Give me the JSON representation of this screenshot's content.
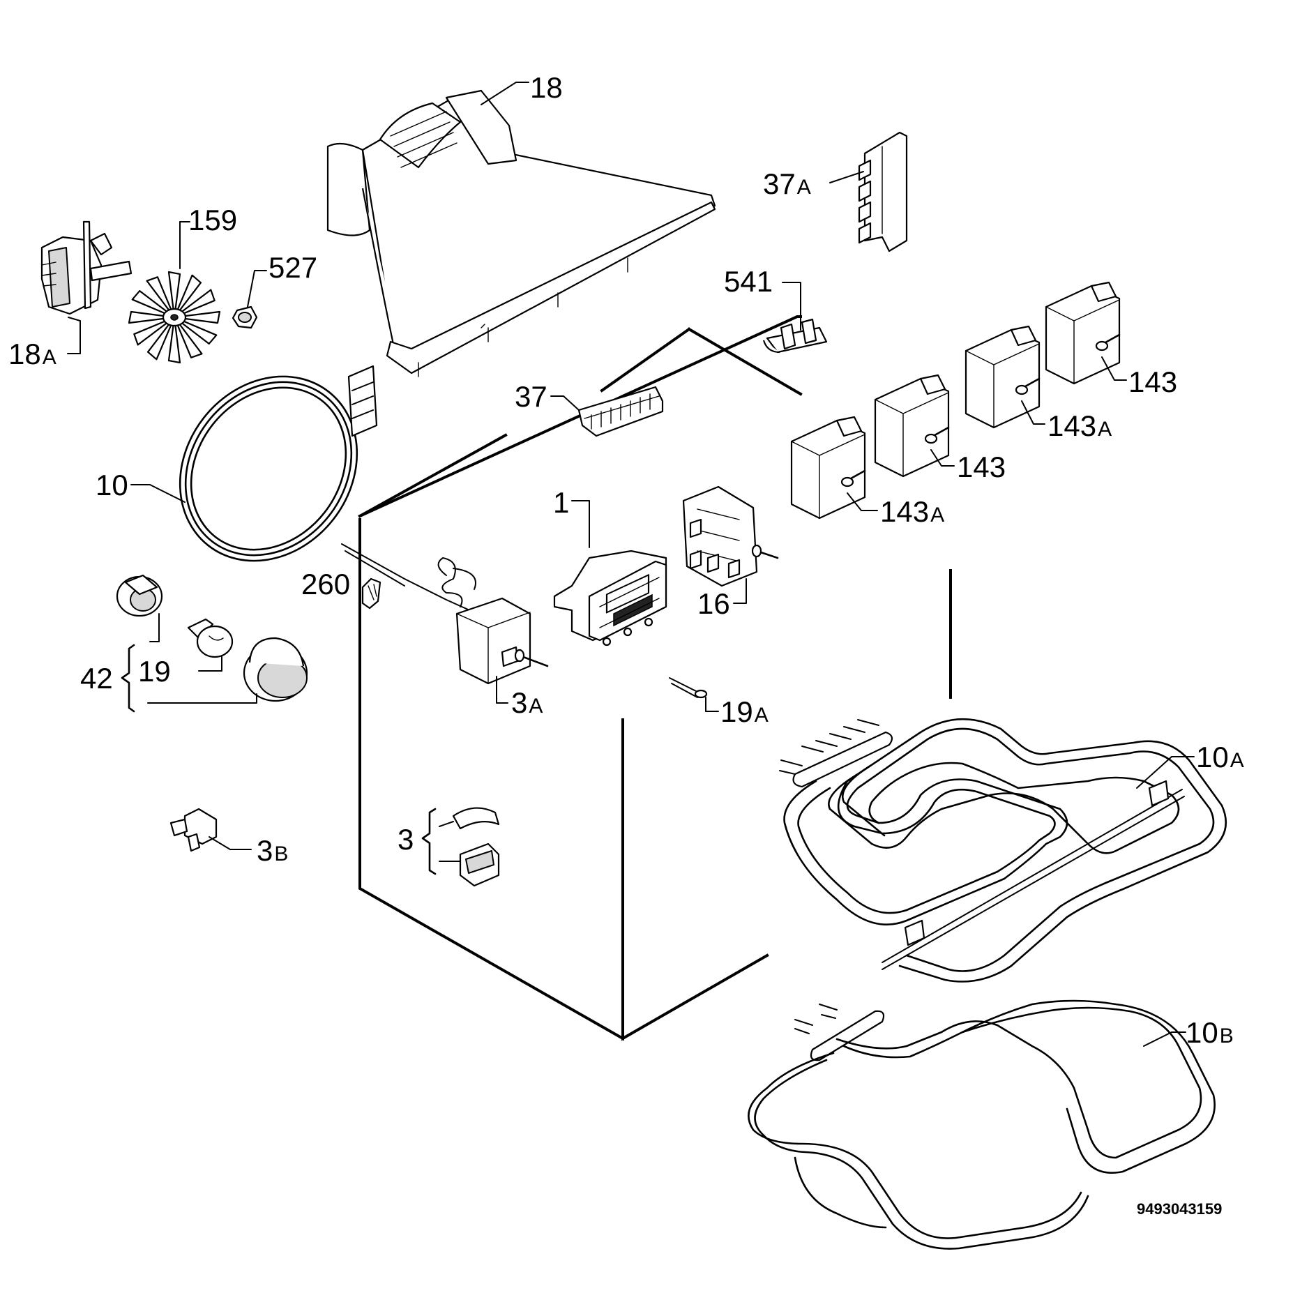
{
  "parts": {
    "p18": {
      "num": "18"
    },
    "p18a": {
      "num": "18",
      "suffix": "A"
    },
    "p159": {
      "num": "159"
    },
    "p527": {
      "num": "527"
    },
    "p37a": {
      "num": "37",
      "suffix": "A"
    },
    "p541": {
      "num": "541"
    },
    "p37": {
      "num": "37"
    },
    "p143a1": {
      "num": "143"
    },
    "p143a2": {
      "num": "143",
      "suffix": "A"
    },
    "p143b1": {
      "num": "143"
    },
    "p143b2": {
      "num": "143",
      "suffix": "A"
    },
    "p10": {
      "num": "10"
    },
    "p1": {
      "num": "1"
    },
    "p16": {
      "num": "16"
    },
    "p260": {
      "num": "260"
    },
    "p42": {
      "num": "42"
    },
    "p19": {
      "num": "19"
    },
    "p3a": {
      "num": "3",
      "suffix": "A"
    },
    "p19a": {
      "num": "19",
      "suffix": "A"
    },
    "p10a": {
      "num": "10",
      "suffix": "A"
    },
    "p3b": {
      "num": "3",
      "suffix": "B"
    },
    "p3": {
      "num": "3"
    },
    "p10b": {
      "num": "10",
      "suffix": "B"
    }
  },
  "drawing_code": "9493043159",
  "colors": {
    "line": "#000000",
    "background": "#ffffff",
    "fill": "#d8d8d8"
  }
}
